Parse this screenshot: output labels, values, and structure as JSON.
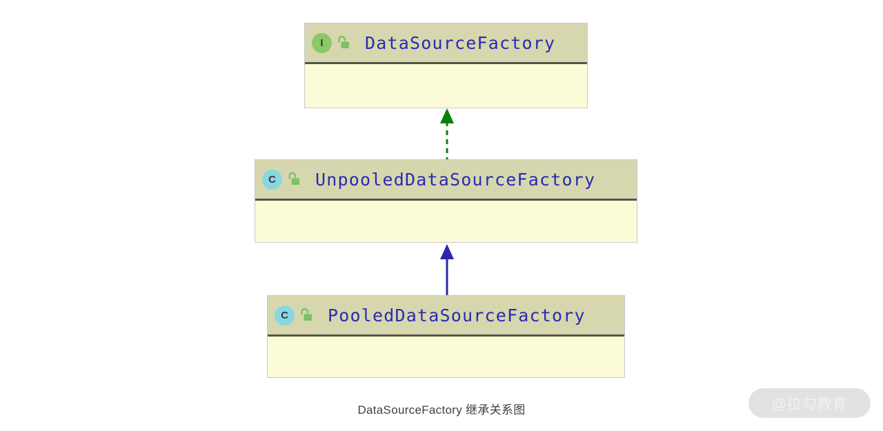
{
  "diagram": {
    "type": "uml-class-diagram",
    "caption": "DataSourceFactory 继承关系图",
    "background_color": "#ffffff",
    "nodes": [
      {
        "id": "datasourcefactory",
        "name": "DataSourceFactory",
        "stereotype": "I",
        "stereotype_label": "interface",
        "badge_color": "#8cc76a",
        "visibility_icon": "unlocked-padlock-icon",
        "header_color": "#d6d7ae",
        "body_color": "#fbfbd7",
        "title_color": "#2a2ab0",
        "members": []
      },
      {
        "id": "unpooleddatasourcefactory",
        "name": "UnpooledDataSourceFactory",
        "stereotype": "C",
        "stereotype_label": "class",
        "badge_color": "#8ad6e2",
        "visibility_icon": "unlocked-padlock-icon",
        "header_color": "#d6d7ae",
        "body_color": "#fbfbd7",
        "title_color": "#2a2ab0",
        "members": []
      },
      {
        "id": "pooleddatasourcefactory",
        "name": "PooledDataSourceFactory",
        "stereotype": "C",
        "stereotype_label": "class",
        "badge_color": "#8ad6e2",
        "visibility_icon": "unlocked-padlock-icon",
        "header_color": "#d6d7ae",
        "body_color": "#fbfbd7",
        "title_color": "#2a2ab0",
        "members": []
      }
    ],
    "edges": [
      {
        "id": "realization-edge",
        "from": "unpooleddatasourcefactory",
        "to": "datasourcefactory",
        "relation": "realization",
        "line_style": "dashed",
        "color": "#0a8008",
        "arrowhead": "solid-triangle"
      },
      {
        "id": "generalization-edge",
        "from": "pooleddatasourcefactory",
        "to": "unpooleddatasourcefactory",
        "relation": "generalization",
        "line_style": "solid",
        "color": "#2a28a8",
        "arrowhead": "solid-triangle"
      }
    ]
  },
  "watermark": {
    "text": "@拉勾教育",
    "pill_color": "#e2e2e2",
    "text_color": "#f2f2f2"
  }
}
